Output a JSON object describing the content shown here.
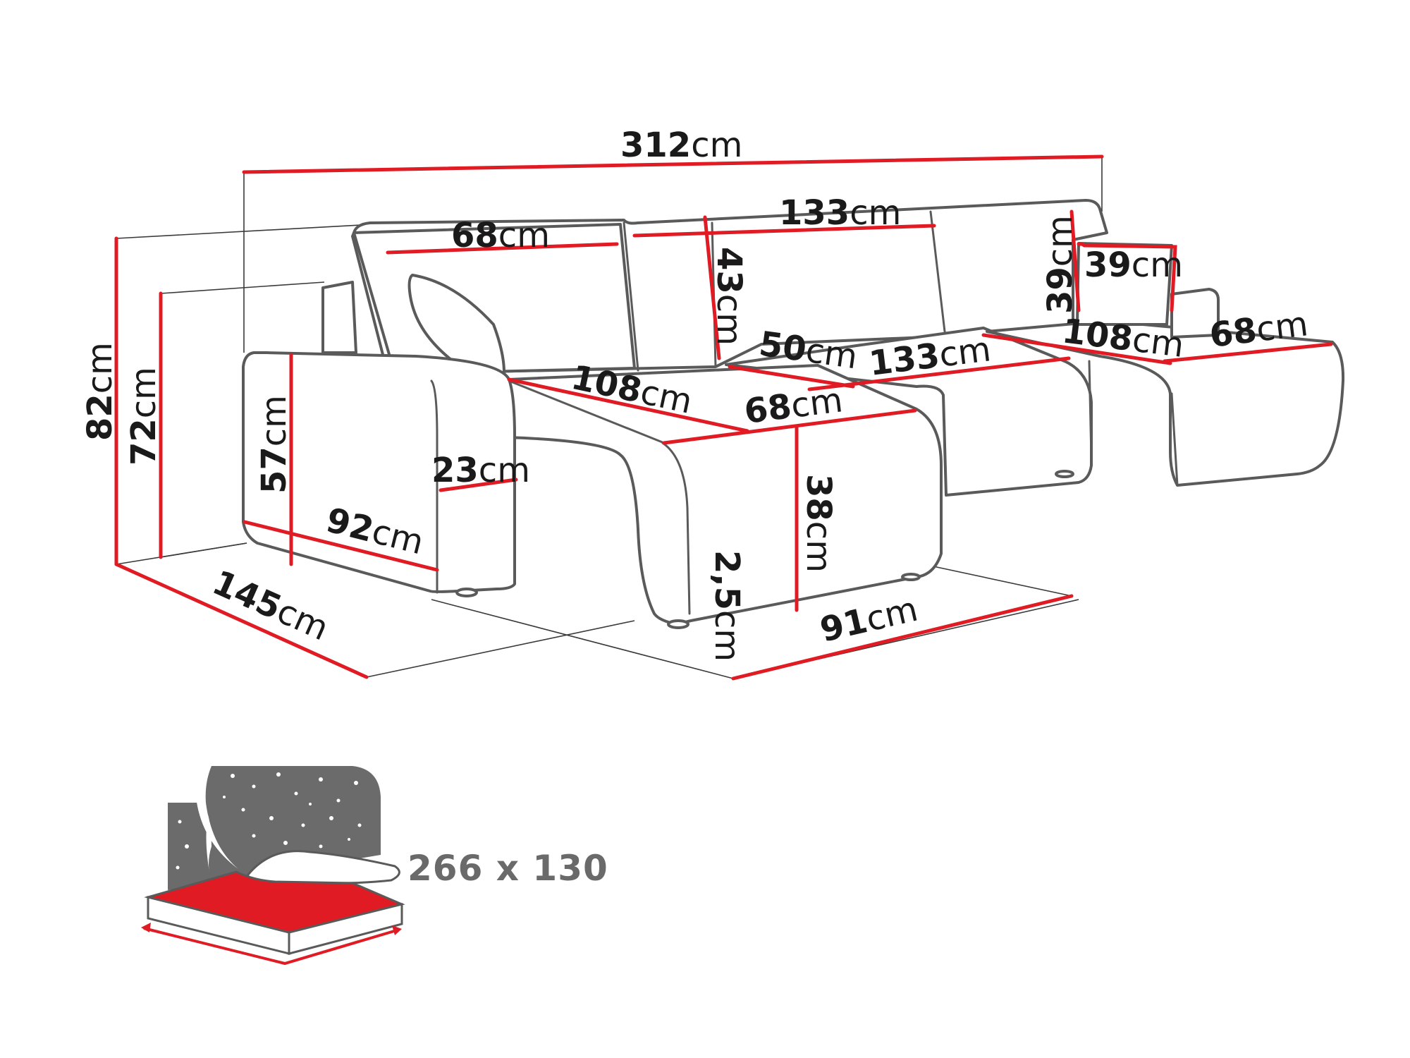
{
  "colors": {
    "dimension_line": "#e01b24",
    "sofa_outline": "#5a5a5a",
    "night_sky": "#6b6b6b",
    "mattress": "#e01b24"
  },
  "dimensions": {
    "overall_width": {
      "value": "312",
      "unit": "cm"
    },
    "backrest_center": {
      "value": "133",
      "unit": "cm"
    },
    "backrest_left": {
      "value": "68",
      "unit": "cm"
    },
    "backrest_height": {
      "value": "43",
      "unit": "cm"
    },
    "right_cushion_height": {
      "value": "39",
      "unit": "cm"
    },
    "right_cushion_width": {
      "value": "39",
      "unit": "cm"
    },
    "total_height": {
      "value": "82",
      "unit": "cm"
    },
    "back_height": {
      "value": "72",
      "unit": "cm"
    },
    "armrest_height": {
      "value": "57",
      "unit": "cm"
    },
    "armrest_width": {
      "value": "23",
      "unit": "cm"
    },
    "armrest_depth": {
      "value": "92",
      "unit": "cm"
    },
    "left_chaise_length": {
      "value": "108",
      "unit": "cm"
    },
    "left_chaise_width": {
      "value": "68",
      "unit": "cm"
    },
    "seat_depth": {
      "value": "50",
      "unit": "cm"
    },
    "seat_center": {
      "value": "133",
      "unit": "cm"
    },
    "right_chaise_length": {
      "value": "108",
      "unit": "cm"
    },
    "right_chaise_width": {
      "value": "68",
      "unit": "cm"
    },
    "seat_height": {
      "value": "38",
      "unit": "cm"
    },
    "leg_height": {
      "value": "2,5",
      "unit": "cm"
    },
    "overall_depth": {
      "value": "145",
      "unit": "cm"
    },
    "chaise_depth": {
      "value": "91",
      "unit": "cm"
    }
  },
  "sleeping_area": {
    "label": "266 x 130"
  }
}
